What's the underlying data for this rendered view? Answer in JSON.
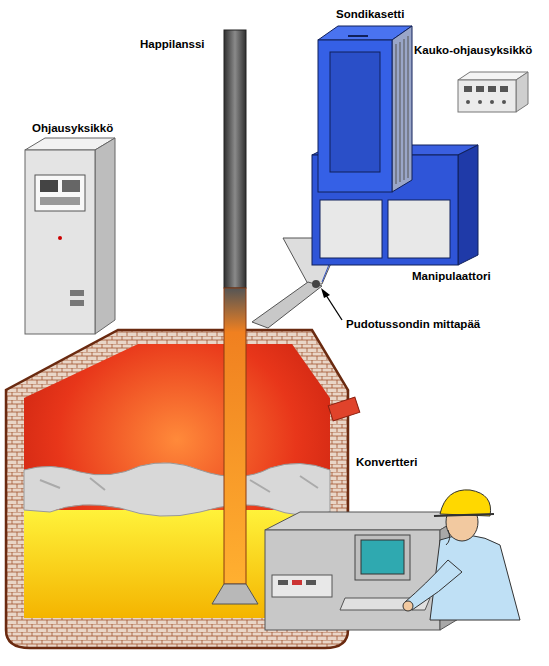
{
  "diagram": {
    "labels": [
      "Happilanssi",
      "Sondikasetti",
      "Kauko-ohjausyksikkö",
      "Ohjausyksikkö",
      "Manipulaattori",
      "Pudotussondin mittapää",
      "Konvertteri"
    ]
  }
}
